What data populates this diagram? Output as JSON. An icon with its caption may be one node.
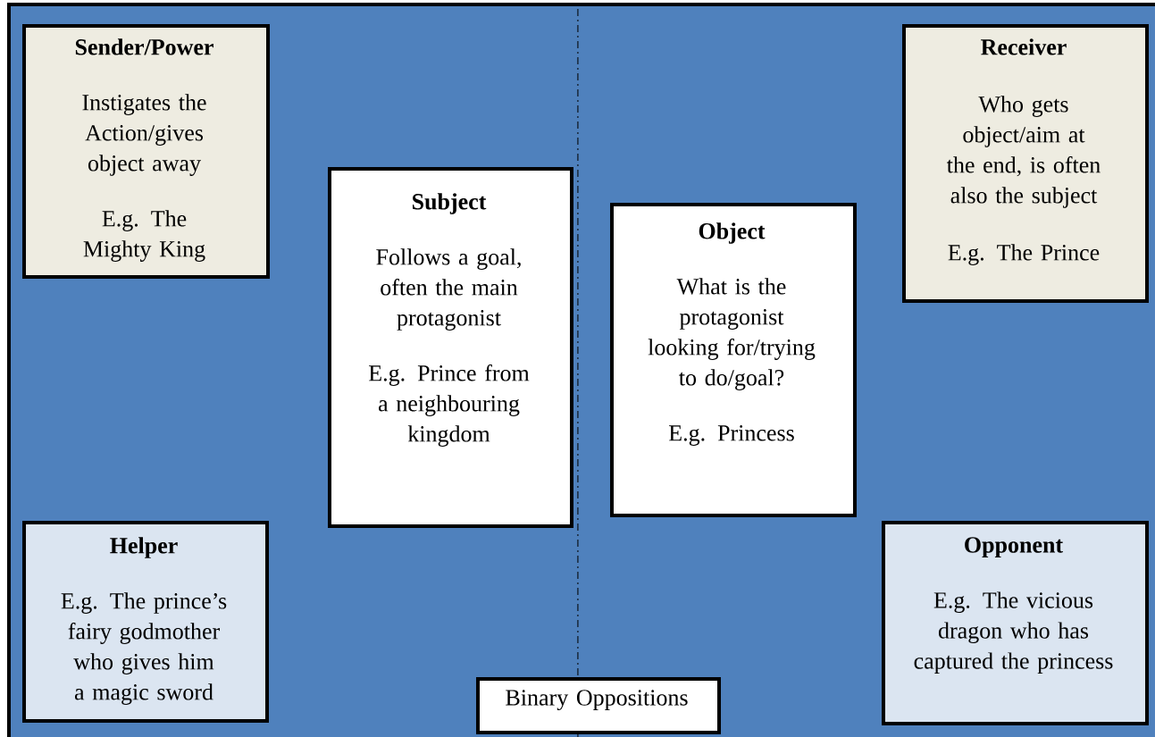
{
  "diagram": {
    "nodes": [
      {
        "text": [
          "Sender/Power",
          "Instigates the Action/gives object away",
          "E.g. The Mighty King"
        ]
      },
      {
        "text": [
          "Receiver",
          "Who gets object/aim at the end, is often also the subject",
          "E.g. The Prince"
        ]
      },
      {
        "text": [
          "Subject",
          "Follows a goal, often the main protagonist",
          "E.g. Prince from a neighbouring kingdom"
        ]
      },
      {
        "text": [
          "Object",
          "What is the protagonist looking for/trying to do/goal?",
          "E.g. Princess"
        ]
      },
      {
        "text": [
          "Helper",
          "E.g. The prince’s fairy godmother who gives him a magic sword"
        ]
      },
      {
        "text": [
          "Opponent",
          "E.g. The vicious dragon who has captured the princess"
        ]
      },
      {
        "text": [
          "Binary Oppositions"
        ]
      }
    ]
  }
}
